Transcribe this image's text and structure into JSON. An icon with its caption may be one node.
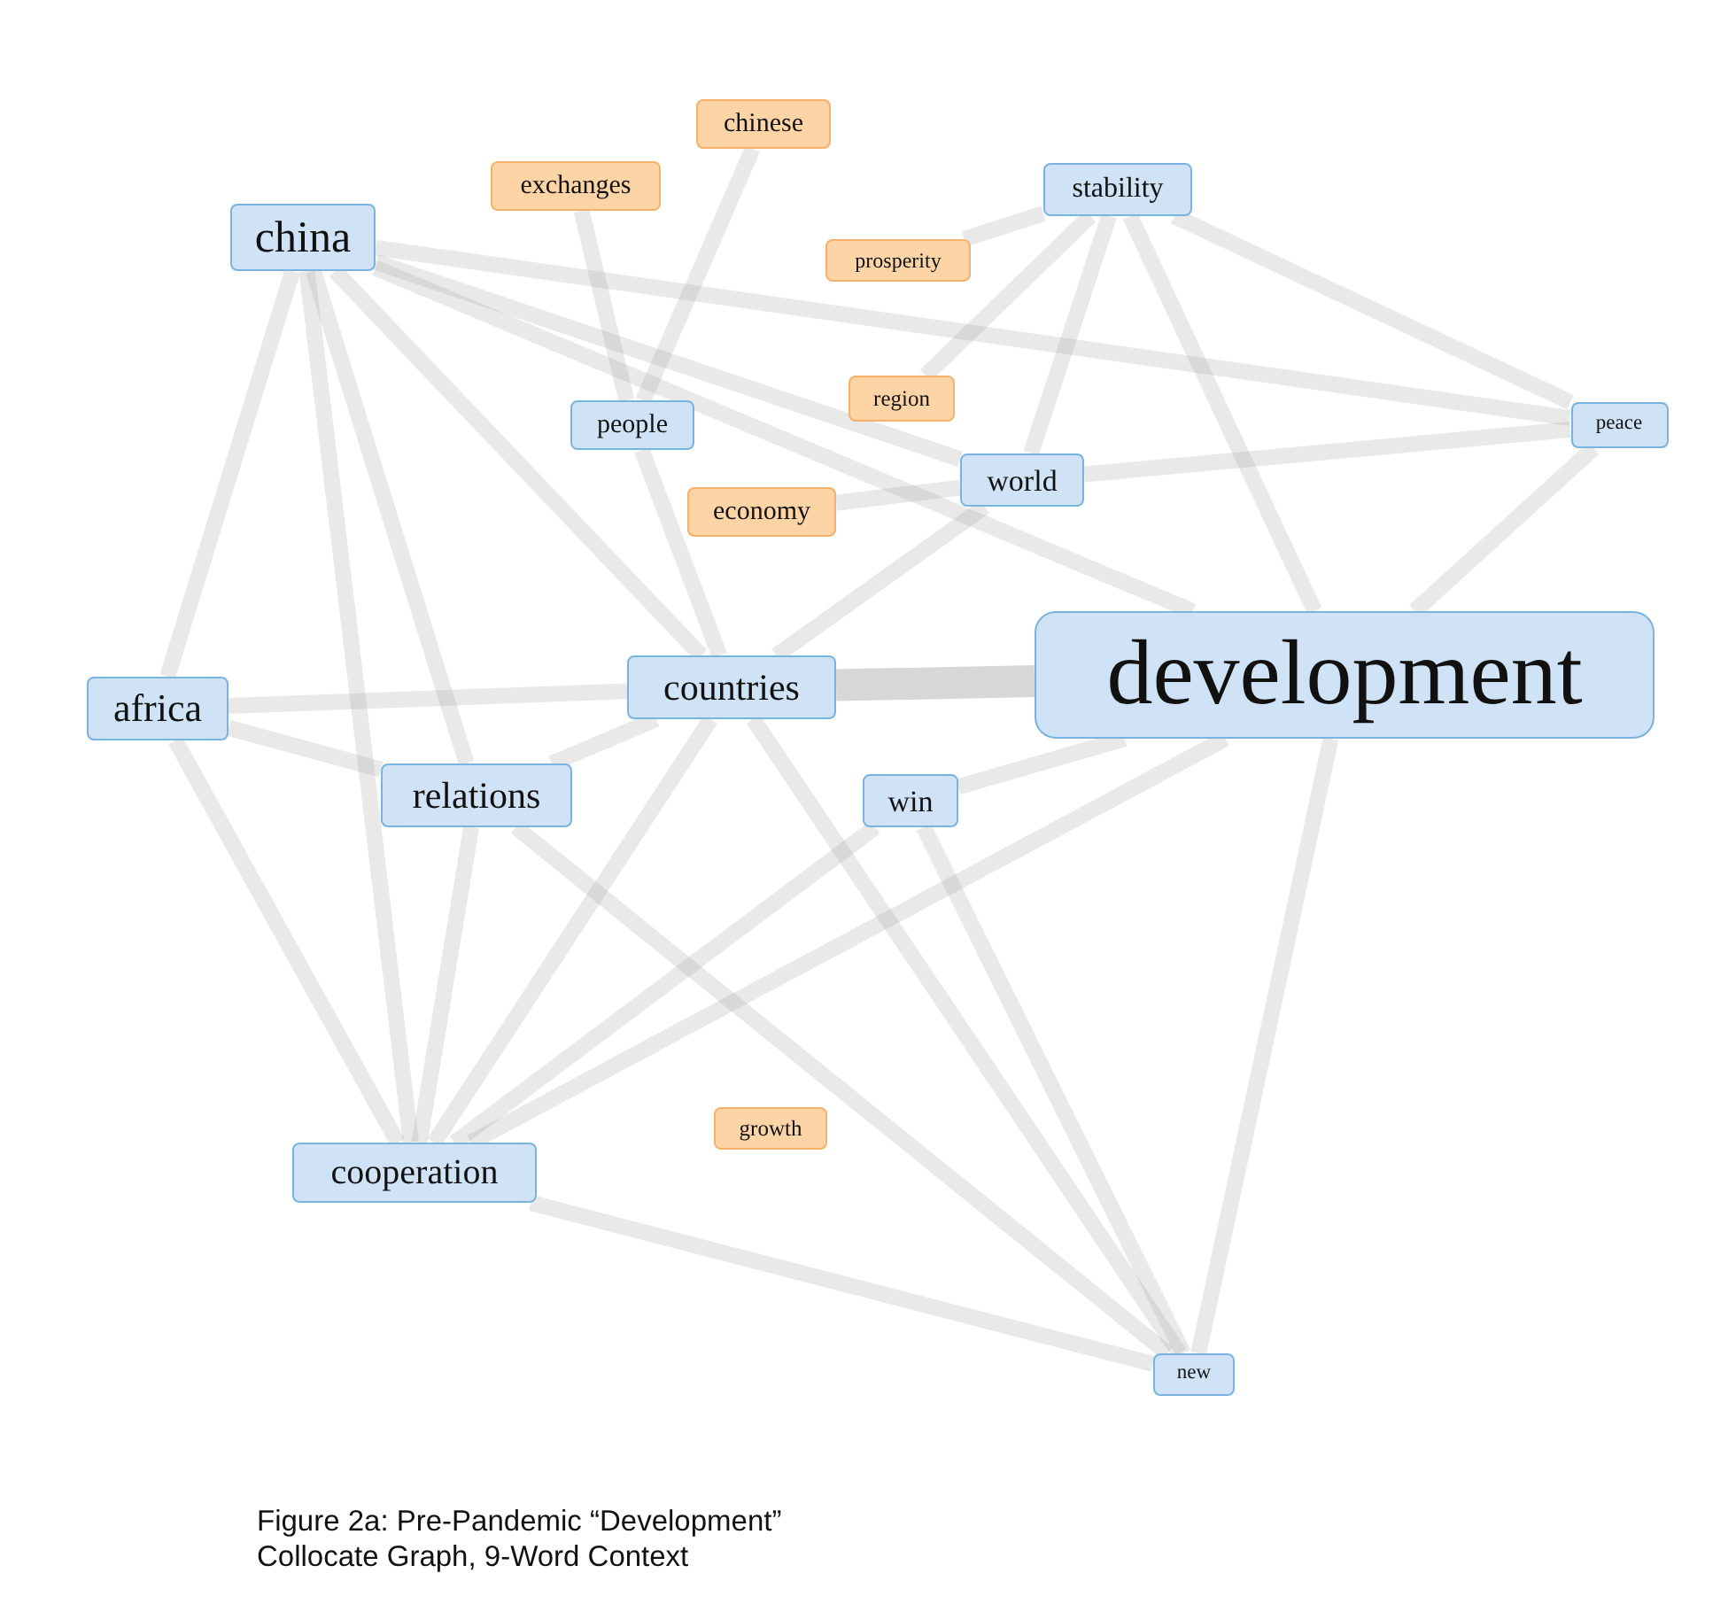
{
  "diagram": {
    "caption": "Figure 2a: Pre-Pandemic “Development” Collocate Graph, 9-Word Context",
    "nodes": [
      {
        "text": [
          "chinese"
        ]
      },
      {
        "text": [
          "exchanges"
        ]
      },
      {
        "text": [
          "stability"
        ]
      },
      {
        "text": [
          "china"
        ]
      },
      {
        "text": [
          "prosperity"
        ]
      },
      {
        "text": [
          "region"
        ]
      },
      {
        "text": [
          "people"
        ]
      },
      {
        "text": [
          "peace"
        ]
      },
      {
        "text": [
          "world"
        ]
      },
      {
        "text": [
          "economy"
        ]
      },
      {
        "text": [
          "development"
        ]
      },
      {
        "text": [
          "countries"
        ]
      },
      {
        "text": [
          "africa"
        ]
      },
      {
        "text": [
          "relations"
        ]
      },
      {
        "text": [
          "win"
        ]
      },
      {
        "text": [
          "growth"
        ]
      },
      {
        "text": [
          "cooperation"
        ]
      },
      {
        "text": [
          "new"
        ]
      }
    ],
    "edges": [
      {
        "from": 0,
        "to": 6,
        "arrow": "none"
      },
      {
        "from": 1,
        "to": 6,
        "arrow": "none"
      },
      {
        "from": 6,
        "to": 11,
        "arrow": "none"
      },
      {
        "from": 3,
        "to": 12,
        "arrow": "none"
      },
      {
        "from": 3,
        "to": 16,
        "arrow": "none"
      },
      {
        "from": 3,
        "to": 13,
        "arrow": "none"
      },
      {
        "from": 3,
        "to": 11,
        "arrow": "none"
      },
      {
        "from": 3,
        "to": 8,
        "arrow": "none"
      },
      {
        "from": 3,
        "to": 10,
        "arrow": "none"
      },
      {
        "from": 3,
        "to": 7,
        "arrow": "none"
      },
      {
        "from": 4,
        "to": 2,
        "arrow": "none"
      },
      {
        "from": 5,
        "to": 2,
        "arrow": "none"
      },
      {
        "from": 2,
        "to": 8,
        "arrow": "none"
      },
      {
        "from": 2,
        "to": 10,
        "arrow": "none"
      },
      {
        "from": 2,
        "to": 7,
        "arrow": "none"
      },
      {
        "from": 9,
        "to": 8,
        "arrow": "none"
      },
      {
        "from": 8,
        "to": 7,
        "arrow": "none"
      },
      {
        "from": 8,
        "to": 11,
        "arrow": "none"
      },
      {
        "from": 7,
        "to": 10,
        "arrow": "none"
      },
      {
        "from": 11,
        "to": 10,
        "arrow": "none",
        "style": "thick"
      },
      {
        "from": 12,
        "to": 11,
        "arrow": "none"
      },
      {
        "from": 12,
        "to": 13,
        "arrow": "none"
      },
      {
        "from": 12,
        "to": 16,
        "arrow": "none"
      },
      {
        "from": 13,
        "to": 11,
        "arrow": "none"
      },
      {
        "from": 13,
        "to": 16,
        "arrow": "none"
      },
      {
        "from": 11,
        "to": 16,
        "arrow": "none"
      },
      {
        "from": 14,
        "to": 16,
        "arrow": "none"
      },
      {
        "from": 10,
        "to": 16,
        "arrow": "none"
      },
      {
        "from": 10,
        "to": 14,
        "arrow": "none"
      },
      {
        "from": 13,
        "to": 17,
        "arrow": "none"
      },
      {
        "from": 11,
        "to": 17,
        "arrow": "none"
      },
      {
        "from": 14,
        "to": 17,
        "arrow": "none"
      },
      {
        "from": 10,
        "to": 17,
        "arrow": "none"
      },
      {
        "from": 16,
        "to": 17,
        "arrow": "none"
      }
    ]
  }
}
